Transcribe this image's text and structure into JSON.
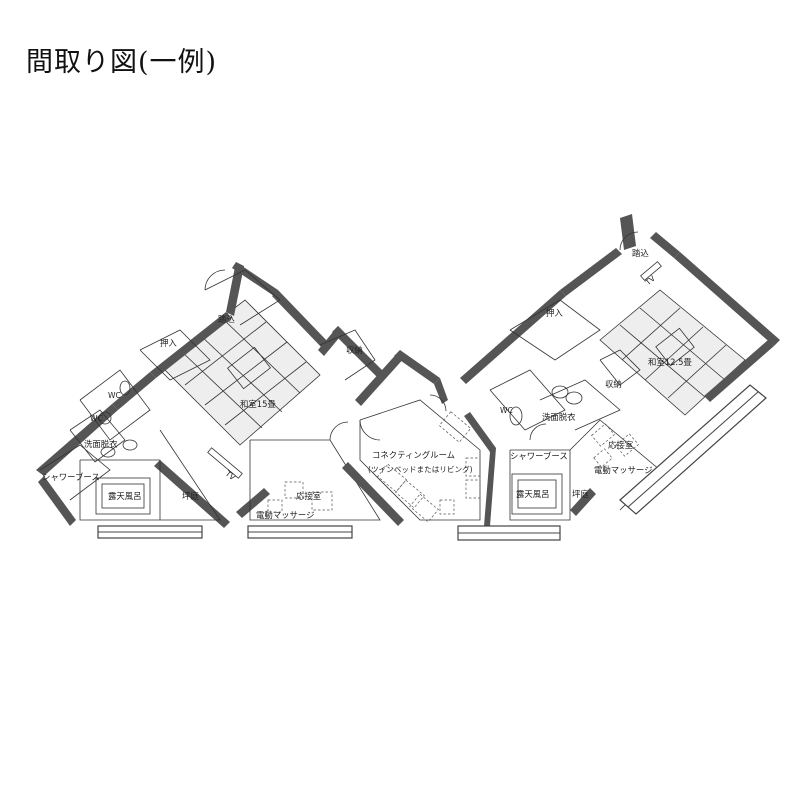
{
  "title": "間取り図(一例)",
  "left_unit": {
    "labels": {
      "entry": "踏込",
      "closet": "押入",
      "storage": "収納",
      "washitsu": "和室15畳",
      "wc_upper": "WC",
      "wc_lower": "WC",
      "washroom": "洗面脱衣",
      "shower": "シャワーブース",
      "bath": "露天風呂",
      "garden": "坪庭",
      "reception": "応接室",
      "massage": "電動マッサージ",
      "tv": "TV"
    }
  },
  "middle_unit": {
    "labels": {
      "room": "コネクティングルーム",
      "room_note": "(ツインベッドまたはリビング)"
    }
  },
  "right_unit": {
    "labels": {
      "entry": "踏込",
      "closet": "押入",
      "storage": "収納",
      "washitsu": "和室12.5畳",
      "wc": "WC",
      "washroom": "洗面脱衣",
      "shower": "シャワーブース",
      "bath": "露天風呂",
      "garden": "坪庭",
      "reception": "応接室",
      "massage": "電動マッサージ",
      "tv": "TV"
    }
  }
}
